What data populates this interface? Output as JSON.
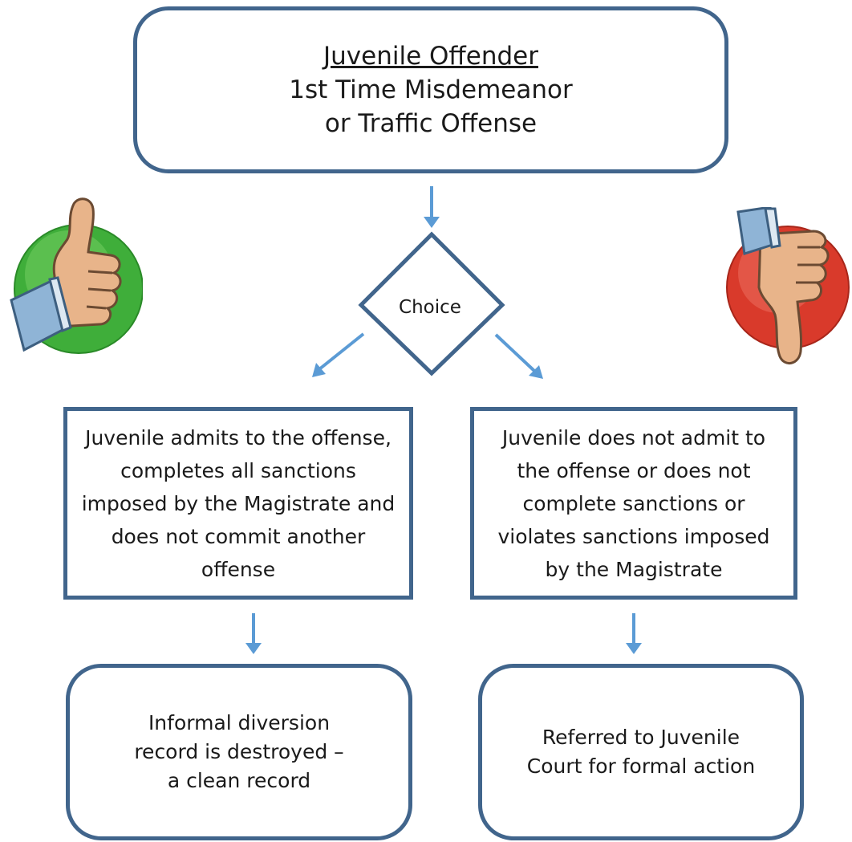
{
  "top_box": {
    "title": "Juvenile Offender",
    "line2": "1st Time Misdemeanor",
    "line3": "or Traffic Offense"
  },
  "decision": {
    "label": "Choice"
  },
  "left_branch": {
    "condition": "Juvenile admits to the offense, completes all sanctions imposed by the Magistrate and does not commit another offense",
    "outcome": [
      "Informal diversion",
      "record is destroyed –",
      "a clean record"
    ]
  },
  "right_branch": {
    "condition": "Juvenile does not admit to the offense or does not complete sanctions or violates sanctions imposed by the Magistrate",
    "outcome": [
      "Referred to Juvenile",
      "Court for formal action"
    ]
  },
  "icons": {
    "left": "thumbs-up-icon",
    "right": "thumbs-down-icon",
    "colors": {
      "border": "#41658c",
      "arrow": "#5b9bd5",
      "good": "#3fae3a",
      "bad": "#d93a2b"
    }
  }
}
